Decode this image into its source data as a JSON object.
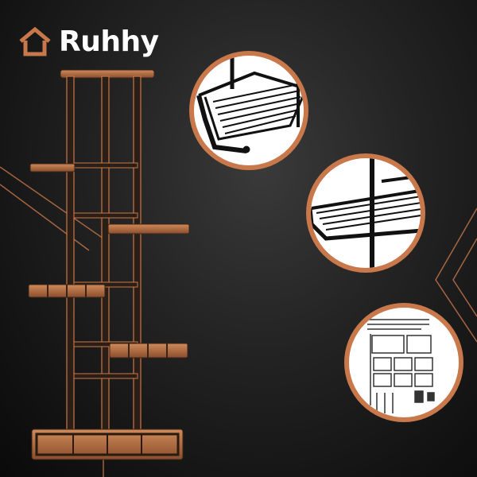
{
  "brand": {
    "name": "Ruhhy",
    "logo_icon": "house-icon"
  },
  "colors": {
    "background": "#1c1c1c",
    "accent": "#c8784a",
    "frame": "#1a1a1a",
    "brand_text": "#ffffff"
  },
  "product": {
    "type": "plant-stand",
    "color": "bronze",
    "shelves": 6
  },
  "detail_callouts": [
    {
      "icon": "shelf-corner-detail-icon"
    },
    {
      "icon": "shelf-edge-detail-icon"
    },
    {
      "icon": "assembly-parts-icon"
    }
  ]
}
